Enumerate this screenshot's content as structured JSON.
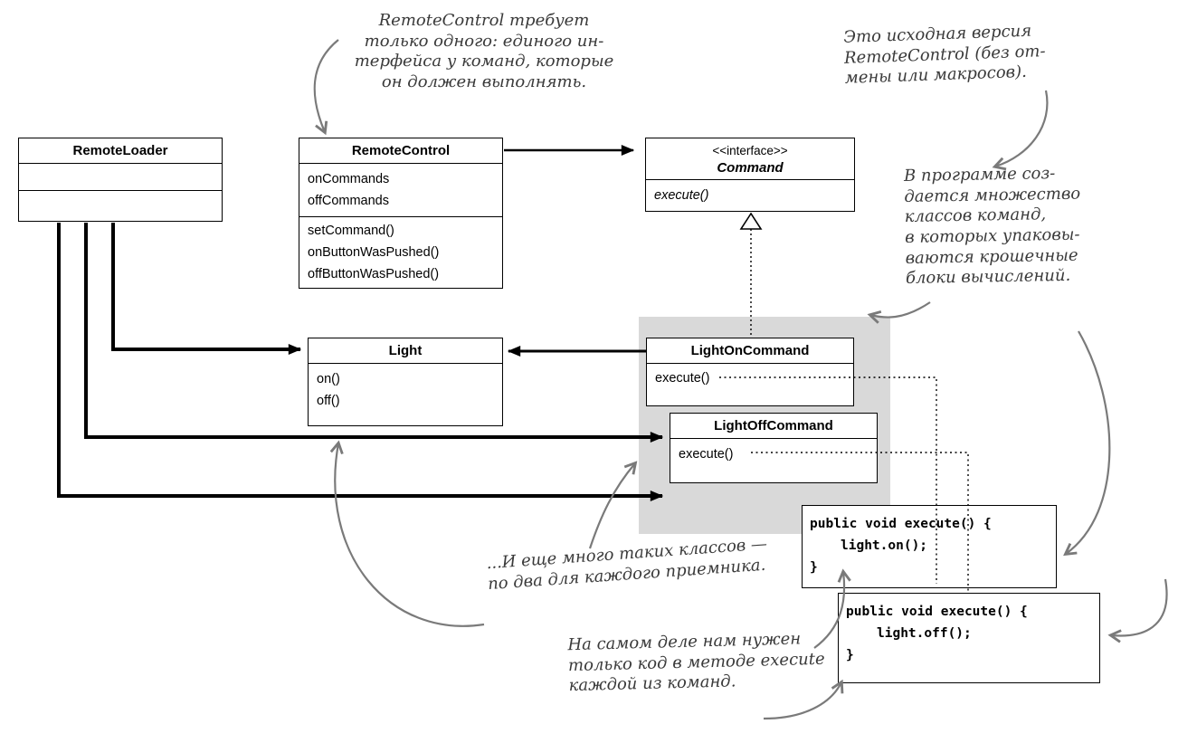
{
  "diagram": {
    "remote_loader": {
      "title": "RemoteLoader"
    },
    "remote_control": {
      "title": "RemoteControl",
      "attributes": [
        "onCommands",
        "offCommands"
      ],
      "methods": [
        "setCommand()",
        "onButtonWasPushed()",
        "offButtonWasPushed()"
      ]
    },
    "command_interface": {
      "stereotype": "<<interface>>",
      "title": "Command",
      "methods": [
        "execute()"
      ]
    },
    "light": {
      "title": "Light",
      "methods": [
        "on()",
        "off()"
      ]
    },
    "light_on_command": {
      "title": "LightOnCommand",
      "methods": [
        "execute()"
      ]
    },
    "light_off_command": {
      "title": "LightOffCommand",
      "methods": [
        "execute()"
      ]
    }
  },
  "code": {
    "execute_on": {
      "lines": [
        "public void execute() {",
        "light.on();",
        "}"
      ]
    },
    "execute_off": {
      "lines": [
        "public void execute() {",
        "light.off();",
        "}"
      ]
    }
  },
  "annotations": {
    "note_remote_control": "RemoteControl требует\nтолько одного: единого ин-\nтерфейса у команд, которые\nон должен выполнять.",
    "note_original_version": "Это исходная версия\nRemoteControl (без от-\nмены или макросов).",
    "note_many_commands": "В программе соз-\nдается множество\nклассов команд,\nв которых упаковы-\nваются крошечные\nблоки вычислений.",
    "note_more_classes": "...И еще много таких классов —\nпо два для каждого приемника.",
    "note_execute_code": "На самом деле нам нужен\nтолько код в методе execute\nкаждой из команд."
  },
  "colors": {
    "highlight_bg": "#d9d9d9",
    "annotation_text": "#3a3a3a",
    "annotation_arrow": "#7a7a7a",
    "line": "#000000"
  }
}
